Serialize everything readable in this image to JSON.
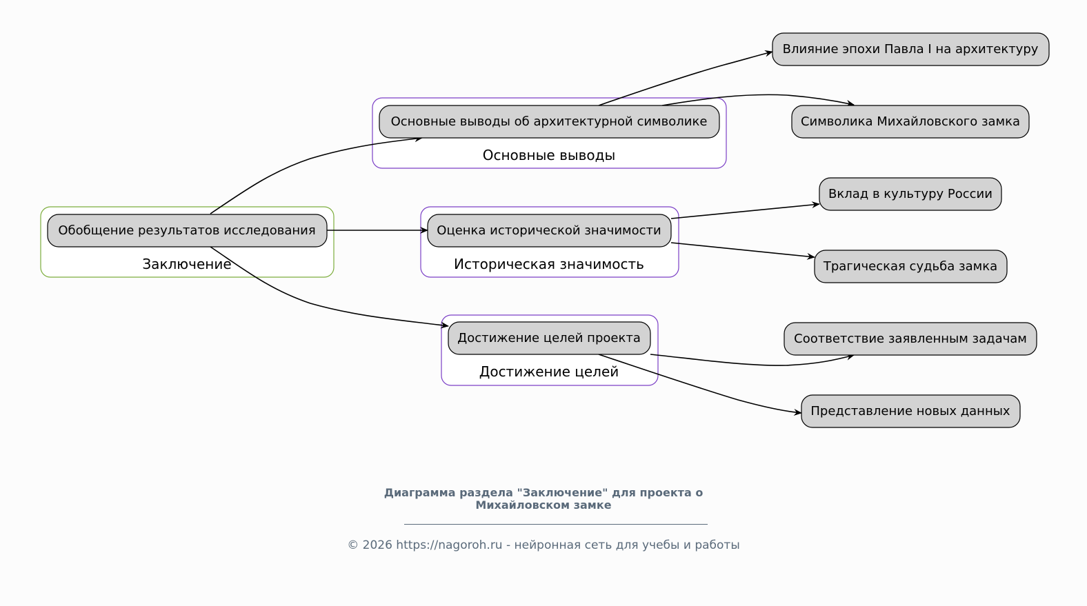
{
  "diagram": {
    "clusters": [
      {
        "id": "c_conclusion",
        "label": "Заключение",
        "color": "#7cad3c"
      },
      {
        "id": "c_main",
        "label": "Основные выводы",
        "color": "#7b3fc6"
      },
      {
        "id": "c_hist",
        "label": "Историческая значимость",
        "color": "#7b3fc6"
      },
      {
        "id": "c_goals",
        "label": "Достижение целей",
        "color": "#7b3fc6"
      }
    ],
    "nodes": [
      {
        "id": "n_summary",
        "label": "Обобщение результатов исследования",
        "cluster": "c_conclusion"
      },
      {
        "id": "n_main",
        "label": "Основные выводы об архитектурной символике",
        "cluster": "c_main"
      },
      {
        "id": "n_hist",
        "label": "Оценка исторической значимости",
        "cluster": "c_hist"
      },
      {
        "id": "n_goals",
        "label": "Достижение целей проекта",
        "cluster": "c_goals"
      },
      {
        "id": "n_pavel",
        "label": "Влияние эпохи Павла I на архитектуру"
      },
      {
        "id": "n_symbol",
        "label": "Символика Михайловского замка"
      },
      {
        "id": "n_culture",
        "label": "Вклад в культуру России"
      },
      {
        "id": "n_fate",
        "label": "Трагическая судьба замка"
      },
      {
        "id": "n_tasks",
        "label": "Соответствие заявленным задачам"
      },
      {
        "id": "n_newdata",
        "label": "Представление новых данных"
      }
    ],
    "edges": [
      {
        "from": "n_summary",
        "to": "n_main"
      },
      {
        "from": "n_summary",
        "to": "n_hist"
      },
      {
        "from": "n_summary",
        "to": "n_goals"
      },
      {
        "from": "n_main",
        "to": "n_pavel"
      },
      {
        "from": "n_main",
        "to": "n_symbol"
      },
      {
        "from": "n_hist",
        "to": "n_culture"
      },
      {
        "from": "n_hist",
        "to": "n_fate"
      },
      {
        "from": "n_goals",
        "to": "n_tasks"
      },
      {
        "from": "n_goals",
        "to": "n_newdata"
      }
    ]
  },
  "footer": {
    "title_line1": "Диаграмма раздела \"Заключение\" для проекта о",
    "title_line2": "Михайловском замке",
    "copyright": "© 2026 https://nagoroh.ru - нейронная сеть для учебы и работы"
  }
}
